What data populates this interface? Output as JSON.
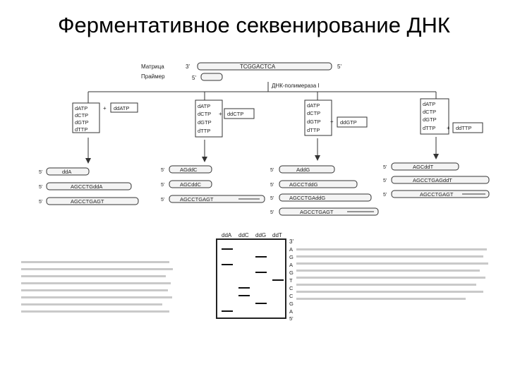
{
  "title": "Ферментативное секвенирование ДНК",
  "labels": {
    "template": "Матрица",
    "primer": "Праймер",
    "polymerase": "ДНК-полимераза I",
    "end3": "3'",
    "end5": "5'",
    "plus": "+"
  },
  "template_seq": "TCGGACTCA",
  "mixes": [
    {
      "dntps": [
        "dATP",
        "dCTP",
        "dGTP",
        "dTTP"
      ],
      "ddntp": "ddATP",
      "products": [
        "ddA",
        "AGCCTGddA",
        "AGCCTGAGT"
      ]
    },
    {
      "dntps": [
        "dATP",
        "dCTP",
        "dGTP",
        "dTTP"
      ],
      "ddntp": "ddCTP",
      "products": [
        "AGddC",
        "AGCddC",
        "AGCCTGAGT"
      ]
    },
    {
      "dntps": [
        "dATP",
        "dCTP",
        "dGTP",
        "dTTP"
      ],
      "ddntp": "ddGTP",
      "products": [
        "AddG",
        "AGCCTddG",
        "AGCCTGAddG",
        "AGCCTGAGT"
      ]
    },
    {
      "dntps": [
        "dATP",
        "dCTP",
        "dGTP",
        "dTTP"
      ],
      "ddntp": "ddTTP",
      "products": [
        "AGCddT",
        "AGCCTGAGddT",
        "AGCCTGAGT"
      ]
    }
  ],
  "gel": {
    "lanes": [
      "ddA",
      "ddC",
      "ddG",
      "ddT"
    ],
    "read_end_top": "3'",
    "read_end_bottom": "5'",
    "sequence": [
      "A",
      "G",
      "A",
      "G",
      "T",
      "C",
      "C",
      "G",
      "A"
    ]
  }
}
